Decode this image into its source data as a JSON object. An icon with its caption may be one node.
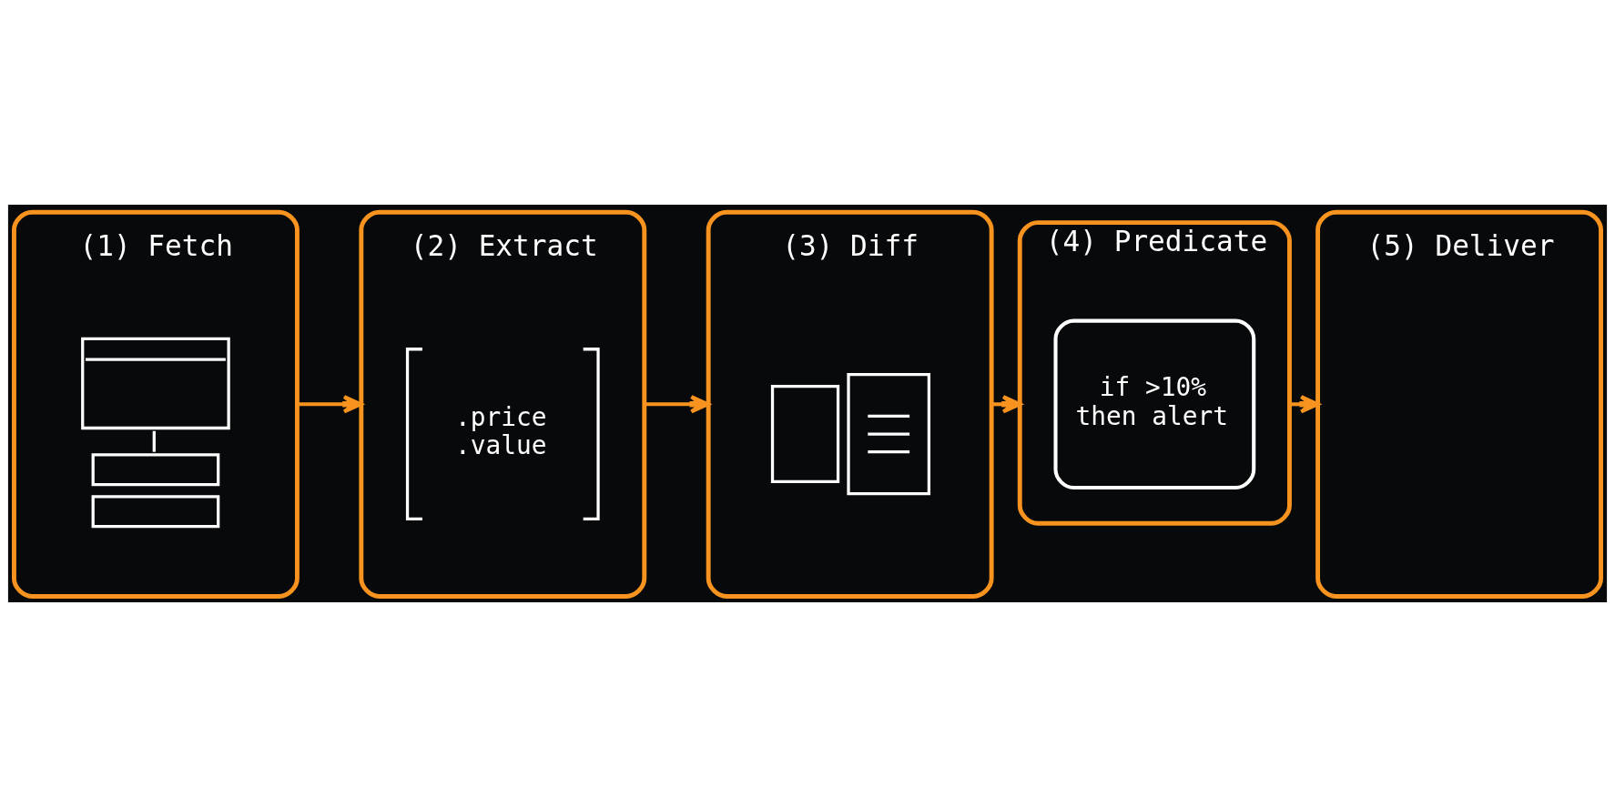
{
  "diagram": {
    "nodes": [
      {
        "text": [
          "(1) Fetch"
        ]
      },
      {
        "text": [
          "(2) Extract",
          ".price .value"
        ]
      },
      {
        "text": [
          "(3) Diff"
        ]
      },
      {
        "text": [
          "(4) Predicate"
        ]
      },
      {
        "text": [
          "if >10% then alert"
        ],
        "in": 3
      },
      {
        "text": [
          "(5) Deliver"
        ]
      }
    ],
    "edges": [
      {
        "from": 0,
        "to": 1,
        "arrow": "to"
      },
      {
        "from": 1,
        "to": 2,
        "arrow": "to"
      },
      {
        "from": 2,
        "to": 3,
        "arrow": "to"
      },
      {
        "from": 3,
        "to": 5,
        "arrow": "to"
      }
    ]
  }
}
